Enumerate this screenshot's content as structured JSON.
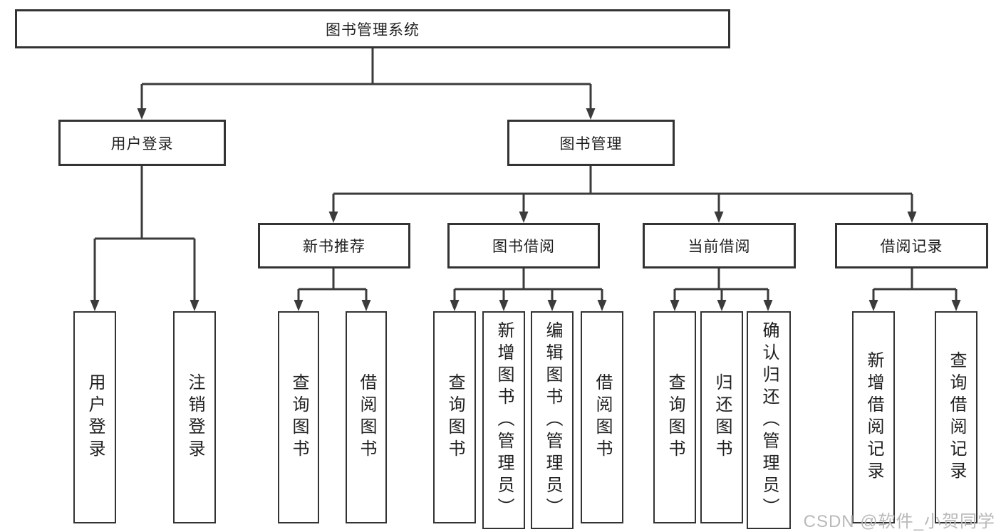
{
  "diagram": {
    "root": {
      "label": "图书管理系统"
    },
    "level2": [
      {
        "label": "用户登录"
      },
      {
        "label": "图书管理"
      }
    ],
    "level3": [
      {
        "label": "新书推荐"
      },
      {
        "label": "图书借阅"
      },
      {
        "label": "当前借阅"
      },
      {
        "label": "借阅记录"
      }
    ],
    "leaves": {
      "user_login": [
        "用户登录",
        "注销登录"
      ],
      "new_book_recommend": [
        "查询图书",
        "借阅图书"
      ],
      "book_borrow": [
        "查询图书",
        "新增图书（管理员）",
        "编辑图书（管理员）",
        "借阅图书"
      ],
      "current_borrow": [
        "查询图书",
        "归还图书",
        "确认归还（管理员）"
      ],
      "borrow_records": [
        "新增借阅记录",
        "查询借阅记录"
      ]
    }
  },
  "watermark": {
    "text": "CSDN @软件_小贺同学"
  },
  "colors": {
    "line": "#3b3b3b",
    "box_border": "#333333",
    "text": "#1f1f1f",
    "background": "#ffffff",
    "watermark": "#b9b9b9"
  }
}
